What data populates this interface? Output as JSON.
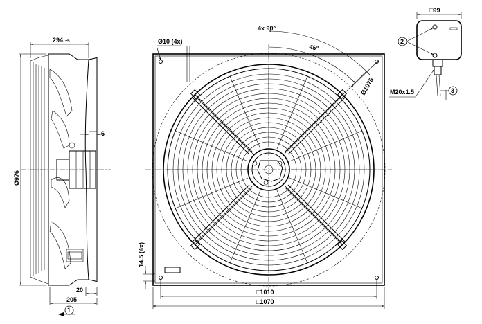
{
  "side_view": {
    "width_dim": "294",
    "width_tol": "±5",
    "diameter_dim": "Ø976",
    "gap_dim": "6",
    "base_dim": "20",
    "depth_dim": "205",
    "view_marker": "1"
  },
  "front_view": {
    "hole_dim": "Ø10 (4x)",
    "angle_dim": "4x 90°",
    "half_angle_dim": "45°",
    "bolt_circle_dim": "Ø1075",
    "flange_dim": "14.5 (4x)",
    "inner_width_dim": "□1010",
    "outer_width_dim": "□1070"
  },
  "terminal_box": {
    "width_dim": "□99",
    "gland_dim": "M20x1.5",
    "callout_screws": "2",
    "callout_gland": "3"
  }
}
